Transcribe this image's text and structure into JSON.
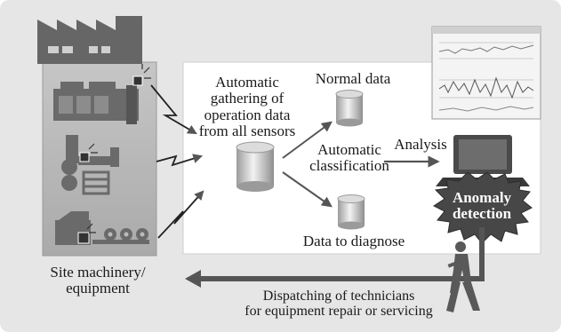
{
  "labels": {
    "auto_gather": "Automatic\ngathering of\noperation data\nfrom all sensors",
    "normal_data": "Normal data",
    "auto_class": "Automatic\nclassification",
    "analysis": "Analysis",
    "data_diagnose": "Data to diagnose",
    "anomaly": "Anomaly\ndetection",
    "site": "Site machinery/\nequipment",
    "dispatch": "Dispatching of technicians\nfor equipment repair or servicing"
  },
  "colors": {
    "background": "#e6e6e6",
    "site_panel": "#b9b9b9",
    "machine": "#6a6a6a",
    "dark": "#3f3f3f",
    "cylinder_light": "#f0f0f0",
    "cylinder_dark": "#a8a8a8",
    "anomaly_badge": "#454545",
    "arrow": "#5a5a5a"
  },
  "icons": [
    "factory-icon",
    "machine-icon",
    "lightning-icon",
    "database-icon",
    "laptop-icon",
    "chart-thumbnail",
    "technician-icon"
  ]
}
